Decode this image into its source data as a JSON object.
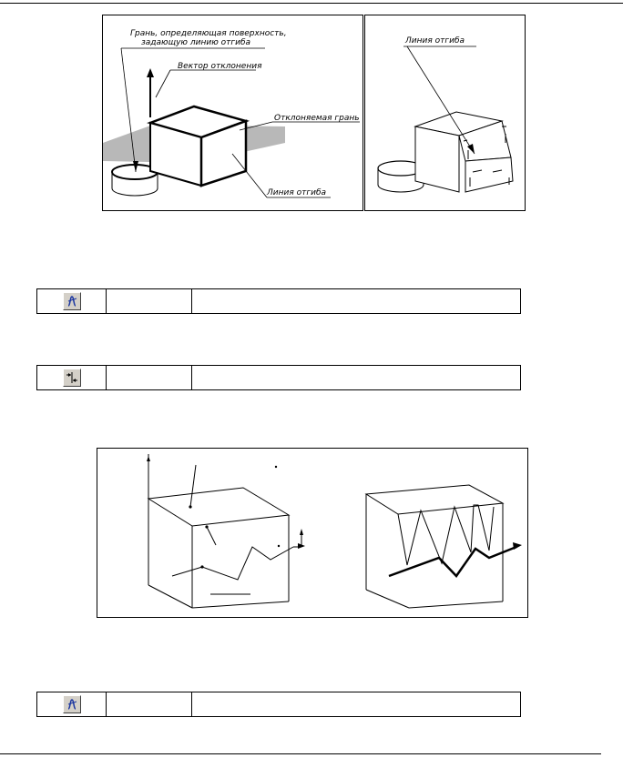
{
  "figure1": {
    "captions": {
      "face_defining_1": "Грань, определяющая поверхность,",
      "face_defining_2": "задающую линию отгиба",
      "deflection_vector": "Вектор отклонения",
      "deflected_face": "Отклоняемая грань",
      "bend_line": "Линия отгиба"
    }
  },
  "figure2": {
    "captions": {
      "bend_line": "Линия отгиба"
    }
  },
  "tables": [
    {
      "icon": "bend-curve-icon",
      "col2": "",
      "col3": ""
    },
    {
      "icon": "split-arrows-icon",
      "col2": "",
      "col3": ""
    },
    {
      "icon": "bend-curve-icon",
      "col2": "",
      "col3": ""
    }
  ]
}
